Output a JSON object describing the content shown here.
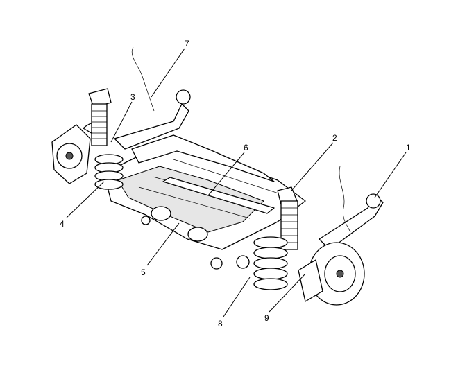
{
  "diagram": {
    "type": "exploded rear suspension assembly illustration",
    "callouts": [
      {
        "id": "1",
        "label": "1"
      },
      {
        "id": "2",
        "label": "2"
      },
      {
        "id": "3",
        "label": "3"
      },
      {
        "id": "4",
        "label": "4"
      },
      {
        "id": "5",
        "label": "5"
      },
      {
        "id": "6",
        "label": "6"
      },
      {
        "id": "7",
        "label": "7"
      },
      {
        "id": "8",
        "label": "8"
      },
      {
        "id": "9",
        "label": "9"
      }
    ]
  }
}
